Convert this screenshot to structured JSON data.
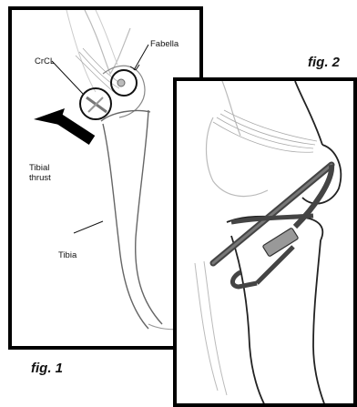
{
  "figures": {
    "fig1": {
      "caption": "fig. 1"
    },
    "fig2": {
      "caption": "fig. 2"
    }
  },
  "labels": {
    "crcl": "CrCL",
    "fabella": "Fabella",
    "tibial_line1": "Tibial",
    "tibial_line2": "thrust",
    "tibia": "Tibia"
  }
}
